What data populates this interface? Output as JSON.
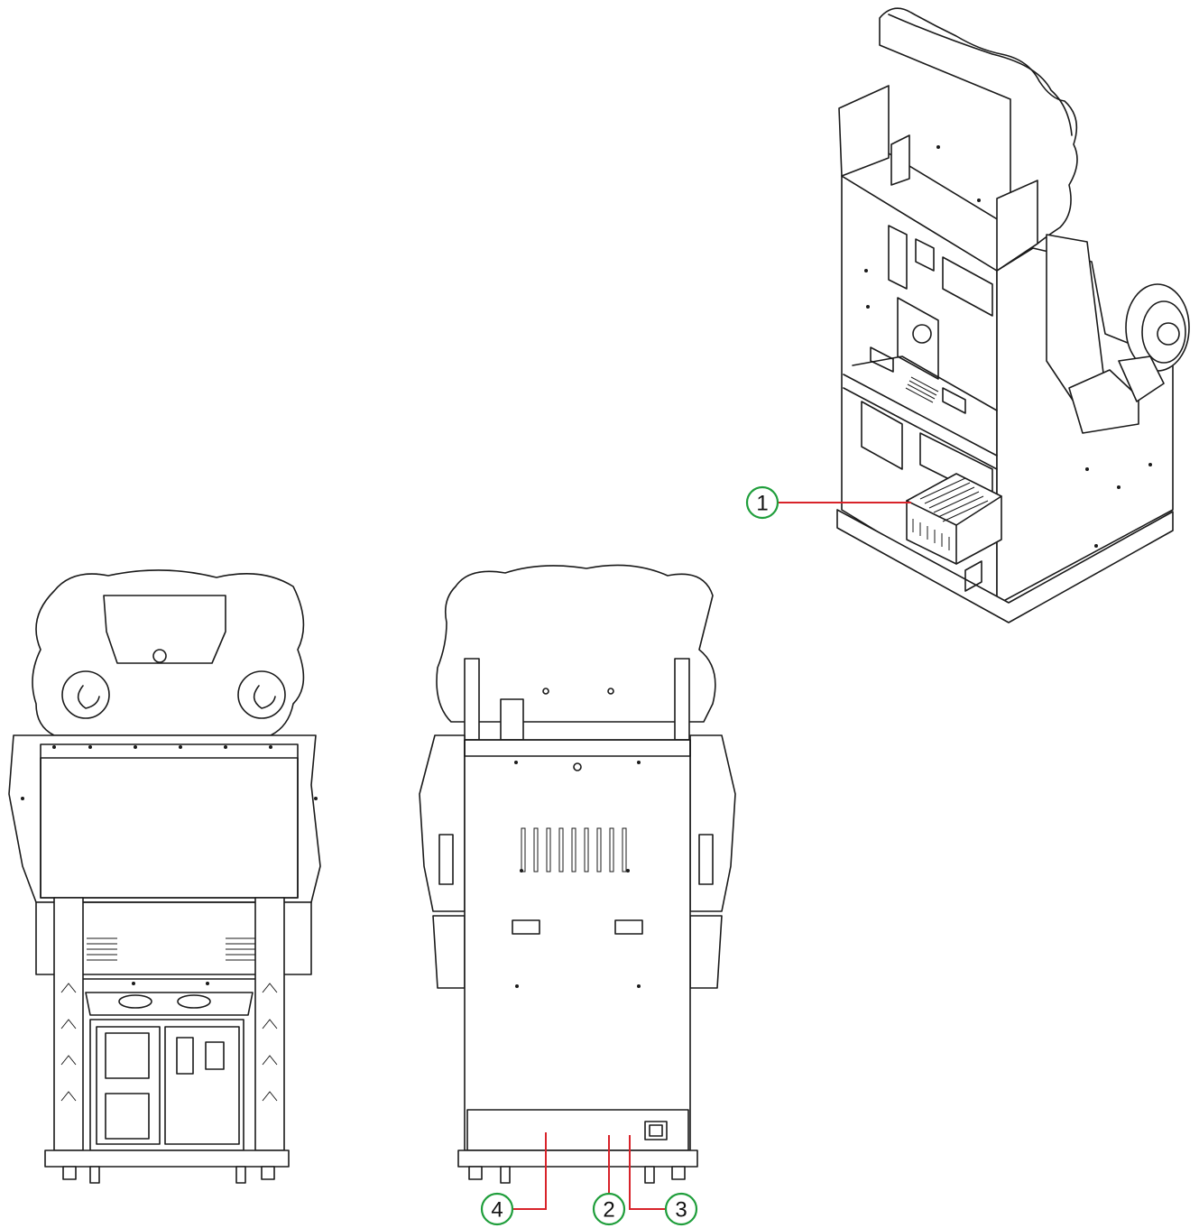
{
  "colors": {
    "line": "#1a1a1a",
    "leader": "#d8232a",
    "callout_ring": "#1f9e3b"
  },
  "callouts": {
    "c1": "1",
    "c2": "2",
    "c3": "3",
    "c4": "4"
  }
}
